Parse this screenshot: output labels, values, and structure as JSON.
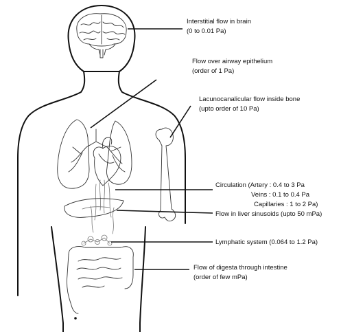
{
  "labels": {
    "brain": [
      "Interstitial flow in brain",
      "(0 to 0.01 Pa)"
    ],
    "airway": [
      "Flow over airway epithelium",
      "(order of 1 Pa)"
    ],
    "bone": [
      "Lacunocanalicular flow inside bone",
      "(upto order of 10 Pa)"
    ],
    "circulation": [
      "Circulation (Artery : 0.4 to 3 Pa",
      "Veins : 0.1 to 0.4 Pa",
      "Capillaries : 1 to 2 Pa)"
    ],
    "liver": [
      "Flow in liver sinusoids (upto 50 mPa)"
    ],
    "lymph": [
      "Lymphatic system (0.064 to 1.2 Pa)"
    ],
    "intestine": [
      "Flow of digesta through intestine",
      "(order of few mPa)"
    ]
  }
}
